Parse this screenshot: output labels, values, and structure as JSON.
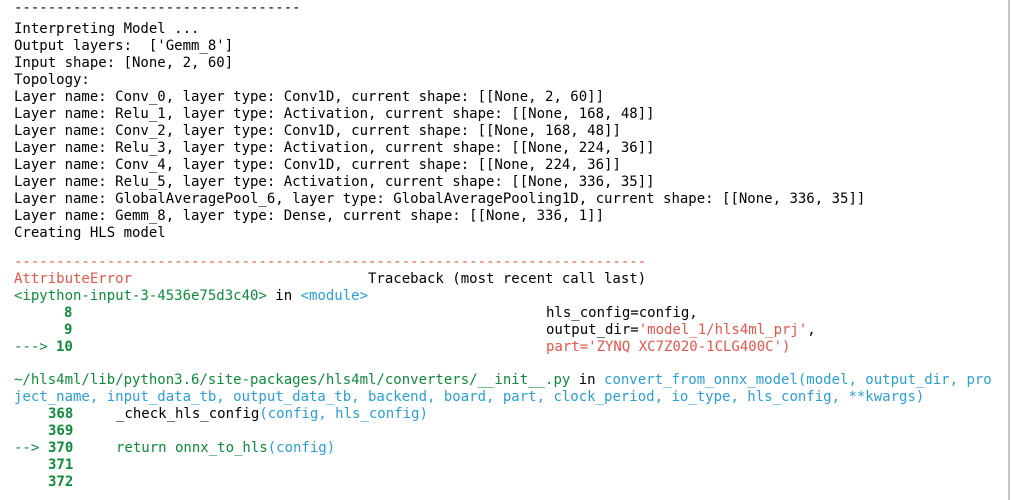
{
  "top_dashes": "----------------------------------",
  "log_lines": [
    "Interpreting Model ...",
    "Output layers:  ['Gemm_8']",
    "Input shape: [None, 2, 60]",
    "Topology:",
    "Layer name: Conv_0, layer type: Conv1D, current shape: [[None, 2, 60]]",
    "Layer name: Relu_1, layer type: Activation, current shape: [[None, 168, 48]]",
    "Layer name: Conv_2, layer type: Conv1D, current shape: [[None, 168, 48]]",
    "Layer name: Relu_3, layer type: Activation, current shape: [[None, 224, 36]]",
    "Layer name: Conv_4, layer type: Conv1D, current shape: [[None, 224, 36]]",
    "Layer name: Relu_5, layer type: Activation, current shape: [[None, 336, 35]]",
    "Layer name: GlobalAveragePool_6, layer type: GlobalAveragePooling1D, current shape: [[None, 336, 35]]",
    "Layer name: Gemm_8, layer type: Dense, current shape: [[None, 336, 1]]",
    "Creating HLS model"
  ],
  "error": {
    "separator": "---------------------------------------------------------------------------",
    "name": "AttributeError",
    "traceback_header": "Traceback (most recent call last)",
    "frame1": {
      "location": "<ipython-input-3-4536e75d3c40>",
      "in_word": " in ",
      "module": "<module>",
      "lines": [
        {
          "num": "8",
          "arrow": "",
          "code_plain": "hls_config=config,",
          "code_str": ""
        },
        {
          "num": "9",
          "arrow": "",
          "code_plain": "output_dir=",
          "code_str": "'model_1/hls4ml_prj'",
          "code_tail": ","
        },
        {
          "num": "10",
          "arrow": "---> ",
          "code_plain": "",
          "code_str": "part='ZYNQ XC7Z020-1CLG400C')"
        }
      ]
    },
    "frame2": {
      "path": "~/hls4ml/lib/python3.6/site-packages/hls4ml/converters/__init__.py",
      "in_word": " in ",
      "func_line1": "convert_from_onnx_model(model, output_dir, pro",
      "func_line2": "ject_name, input_data_tb, output_data_tb, backend, board, part, clock_period, io_type, hls_config, **kwargs)",
      "lines": [
        {
          "num": "368",
          "arrow": "",
          "code": "_check_hls_config(config, hls_config)",
          "cyan_part": "(config, hls_config)",
          "plain_part": "_check_hls_config"
        },
        {
          "num": "369",
          "arrow": "",
          "code": ""
        },
        {
          "num": "370",
          "arrow": "--> ",
          "plain_part": "return onnx_to_hls",
          "cyan_part": "(config)"
        },
        {
          "num": "371",
          "arrow": "",
          "code": ""
        },
        {
          "num": "372",
          "arrow": "",
          "code": ""
        }
      ]
    }
  }
}
